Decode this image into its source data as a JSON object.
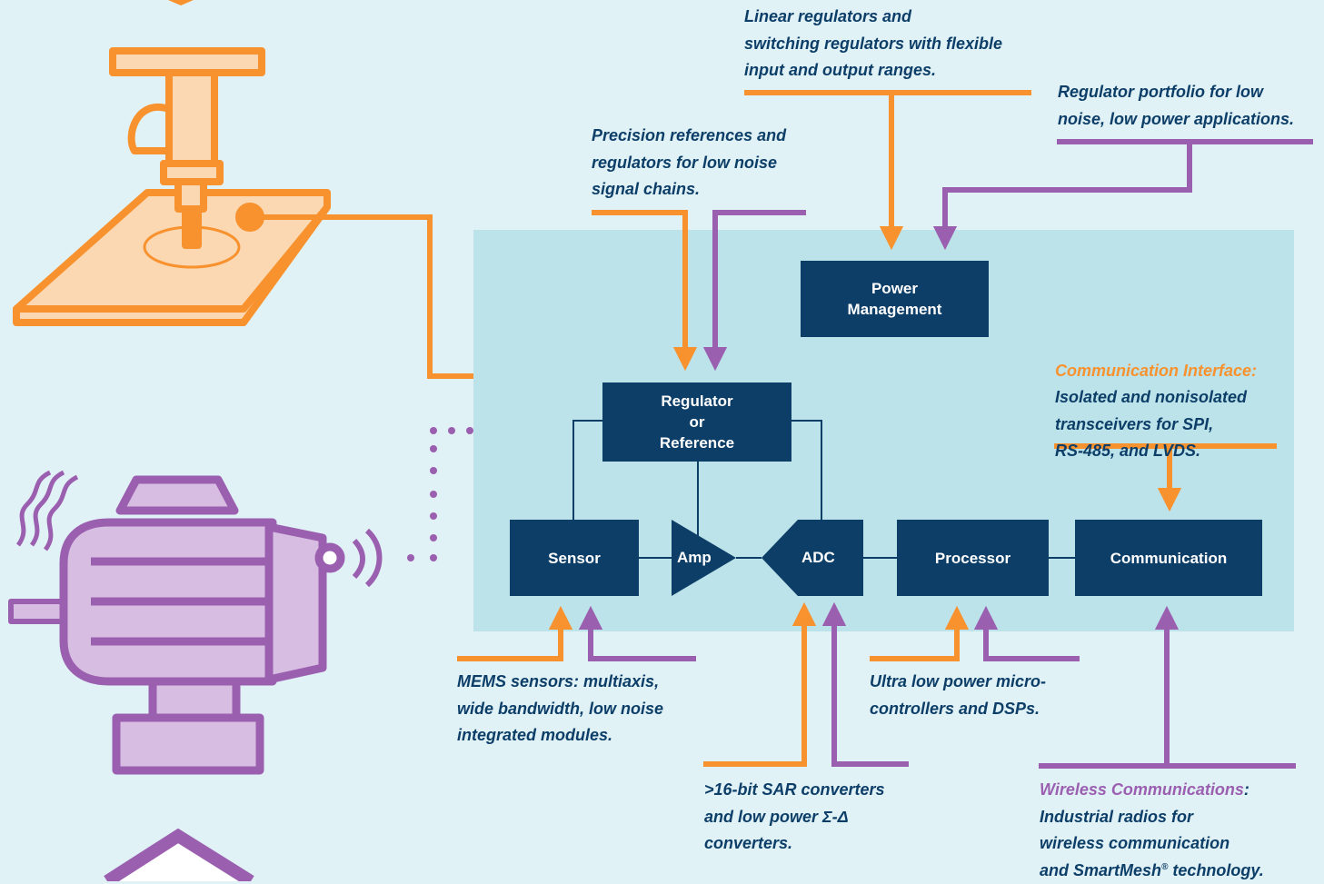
{
  "colors": {
    "background": "#e1f2f7",
    "panel": "#bde3ea",
    "block": "#0c3e68",
    "orange": "#f7922f",
    "purple": "#9b5fb0",
    "note_text": "#0c3e68"
  },
  "blocks": {
    "power_management": "Power\nManagement",
    "regulator": "Regulator\nor\nReference",
    "sensor": "Sensor",
    "amp": "Amp",
    "adc": "ADC",
    "processor": "Processor",
    "communication": "Communication"
  },
  "notes": {
    "linear_regulators": "Linear regulators and\nswitching regulators with flexible\ninput and output ranges.",
    "regulator_portfolio": "Regulator portfolio for low\nnoise, low power applications.",
    "precision_references": "Precision references and\nregulators for low noise\nsignal chains.",
    "comm_interface_title": "Communication Interface:",
    "comm_interface_body": "Isolated and nonisolated\ntransceivers for SPI,\nRS-485, and LVDS.",
    "mems": "MEMS sensors: multiaxis,\nwide bandwidth, low noise\nintegrated modules.",
    "ultra_low_power": "Ultra low power micro-\ncontrollers and DSPs.",
    "sar_converters": ">16-bit SAR converters\nand low power Σ-Δ\nconverters.",
    "wireless_title": "Wireless Communications",
    "wireless_colon": ":",
    "wireless_body_1": "Industrial radios for\nwireless communication\nand SmartMesh",
    "wireless_reg": "®",
    "wireless_body_2": " technology."
  },
  "icons": {
    "machine": "cnc-spindle-icon",
    "motor": "vibrating-motor-icon",
    "bottom": "purple-house-icon"
  }
}
